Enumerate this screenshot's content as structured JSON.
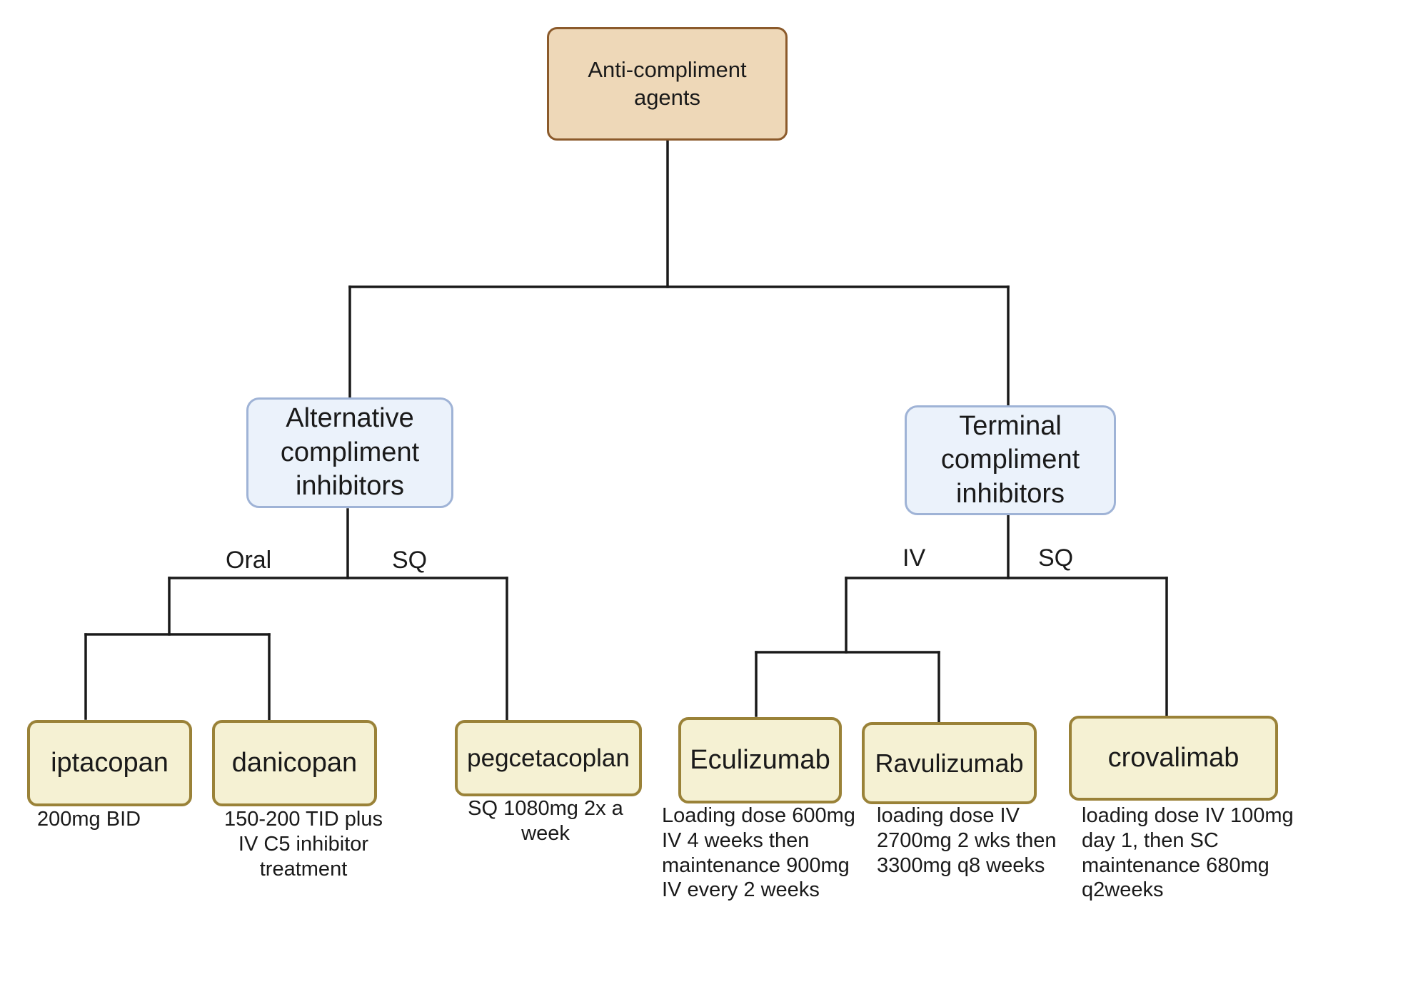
{
  "root": {
    "label": "Anti-compliment\nagents"
  },
  "categories": {
    "alternative": {
      "label": "Alternative\ncompliment\ninhibitors"
    },
    "terminal": {
      "label": "Terminal\ncompliment\ninhibitors"
    }
  },
  "routes": {
    "alternative_oral": "Oral",
    "alternative_sq": "SQ",
    "terminal_iv": "IV",
    "terminal_sq": "SQ"
  },
  "drugs": [
    {
      "name": "iptacopan",
      "dose": "200mg BID"
    },
    {
      "name": "danicopan",
      "dose": "150-200 TID plus\nIV C5 inhibitor\ntreatment"
    },
    {
      "name": "pegcetacoplan",
      "dose": "SQ 1080mg 2x a\nweek"
    },
    {
      "name": "Eculizumab",
      "dose": "Loading dose 600mg\nIV 4 weeks then\nmaintenance 900mg\nIV every 2 weeks"
    },
    {
      "name": "Ravulizumab",
      "dose": "loading dose IV\n2700mg 2 wks then\n3300mg q8 weeks"
    },
    {
      "name": "crovalimab",
      "dose": "loading dose IV 100mg\nday 1, then SC\nmaintenance 680mg\nq2weeks"
    }
  ],
  "colors": {
    "root_fill": "#eed8b8",
    "root_border": "#8b5a2b",
    "category_fill": "#ebf2fb",
    "category_border": "#9fb3d6",
    "drug_fill": "#f5f1d3",
    "drug_border": "#9a8238",
    "connector": "#1a1a1a"
  }
}
